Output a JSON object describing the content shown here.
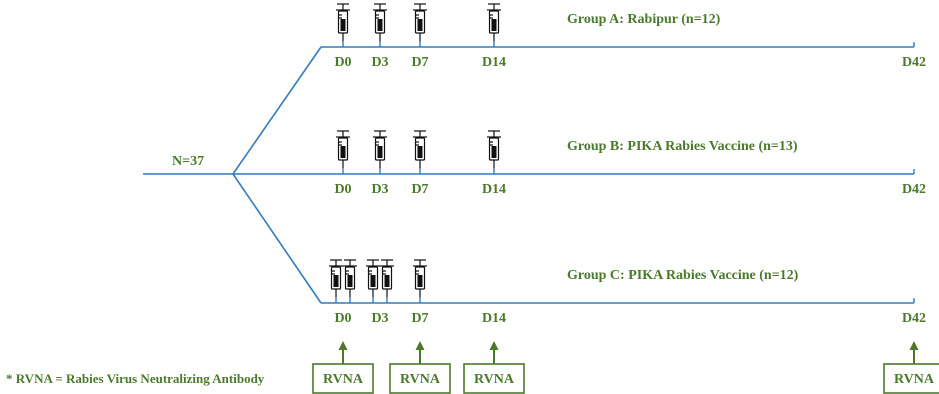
{
  "n_label": "N=37",
  "footnote": "* RVNA = Rabies Virus Neutralizing Antibody",
  "colors": {
    "timeline": "#2f7cc0",
    "text": "#4b7a2c",
    "syringe": "#111111"
  },
  "icon": "syringe-icon",
  "groups": [
    {
      "label": "Group  A: Rabipur (n=12)",
      "days": [
        "D0",
        "D3",
        "D7",
        "D14"
      ],
      "end_day": "D42",
      "injections": [
        1,
        1,
        1,
        1
      ]
    },
    {
      "label": "Group  B: PIKA Rabies Vaccine (n=13)",
      "days": [
        "D0",
        "D3",
        "D7",
        "D14"
      ],
      "end_day": "D42",
      "injections": [
        1,
        1,
        1,
        1
      ]
    },
    {
      "label": "Group  C: PIKA Rabies Vaccine (n=12)",
      "days": [
        "D0",
        "D3",
        "D7",
        "D14"
      ],
      "end_day": "D42",
      "injections": [
        2,
        2,
        1,
        0
      ]
    }
  ],
  "rvna_label": "RVNA",
  "rvna_days": [
    "D0",
    "D7",
    "D14",
    "D42"
  ]
}
